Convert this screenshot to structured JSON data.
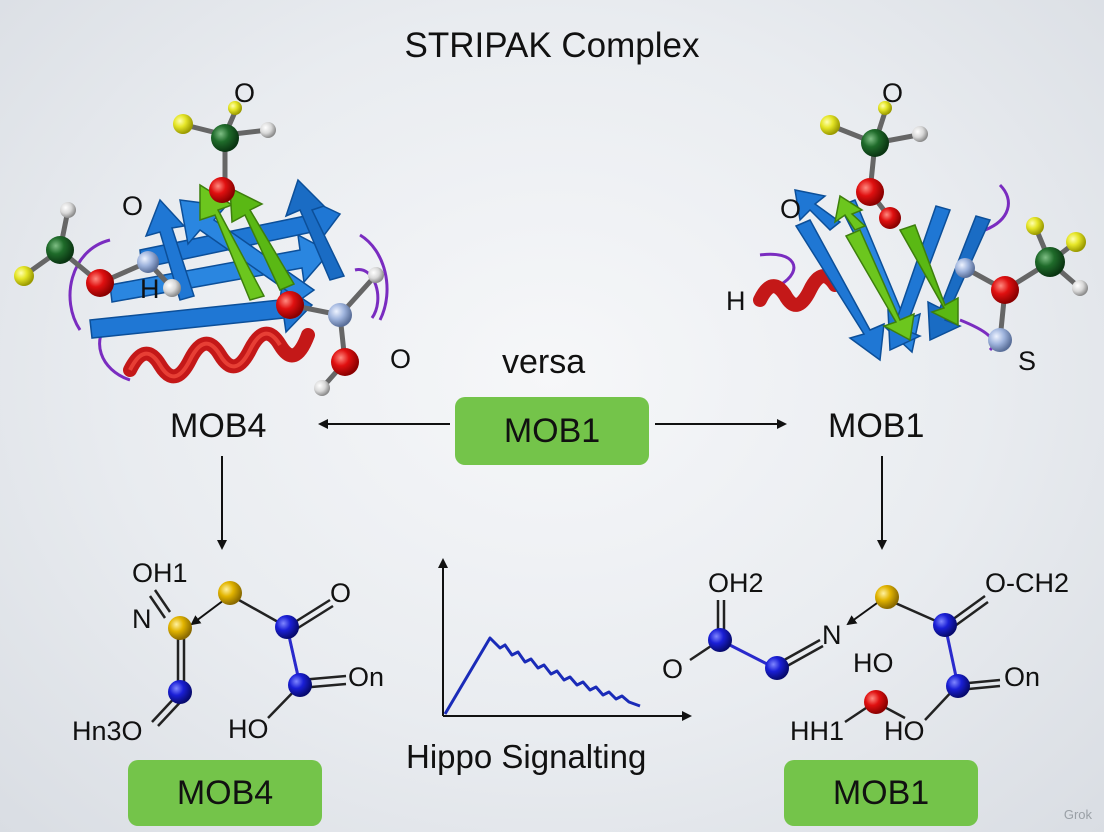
{
  "title": "STRIPAK Complex",
  "center": {
    "versa_label": "versa",
    "pill_label": "MOB1"
  },
  "left": {
    "node_label": "MOB4",
    "pill_label": "MOB4",
    "protein_labels": {
      "top_o": "O",
      "side_o": "O",
      "h": "H",
      "bottom_o": "O"
    },
    "molecule_labels": {
      "oh1": "OH1",
      "n": "N",
      "o_right": "O",
      "on": "On",
      "ho": "HO",
      "hn3o": "Hn3O"
    }
  },
  "right": {
    "node_label": "MOB1",
    "pill_label": "MOB1",
    "protein_labels": {
      "top_o": "O",
      "side_o": "O",
      "h": "H",
      "s": "S"
    },
    "molecule_labels": {
      "oh2": "OH2",
      "o_left": "O",
      "n": "N",
      "ch2": "O-CH2",
      "ho_top": "HO",
      "hh1": "HH1",
      "ho_bottom": "HO",
      "on": "On"
    }
  },
  "graph": {
    "xlabel": "Hippo Signalting"
  },
  "watermark": "Grok",
  "colors": {
    "pill_green": "#74c44a",
    "strand_blue": "#1f77d4",
    "strand_green": "#6cc61e",
    "helix_red": "#d42020",
    "atom_red": "#e01010",
    "atom_blue": "#1a1fd6",
    "atom_yellow": "#e2b400",
    "atom_green": "#1f6b2a",
    "atom_lime": "#e6e628"
  }
}
